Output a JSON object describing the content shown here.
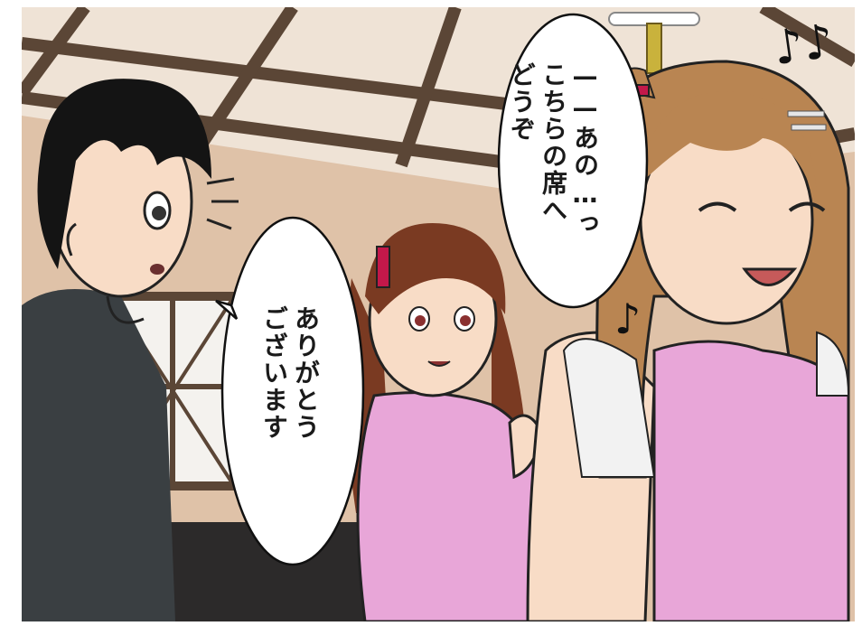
{
  "speech_bubbles": {
    "bubble_1": {
      "line_1": "——あの…っ",
      "line_2": "こちらの席へ",
      "line_3": "どうぞ"
    },
    "bubble_2": {
      "line_1": "ありがとう",
      "line_2": "ございます"
    }
  },
  "sound_effects": {
    "music_notes": "♪♪",
    "music_note_small": "♪"
  },
  "colors": {
    "ceiling": "#efe3d6",
    "beams": "#5a4535",
    "wall": "#e0c2a6",
    "boy_hair": "#141414",
    "boy_shirt": "#3a3f42",
    "skin": "#f8dcc6",
    "girl_hair_dark": "#7a3a22",
    "girl_hair_light": "#b98552",
    "pink_top": "#e8a6d8"
  }
}
